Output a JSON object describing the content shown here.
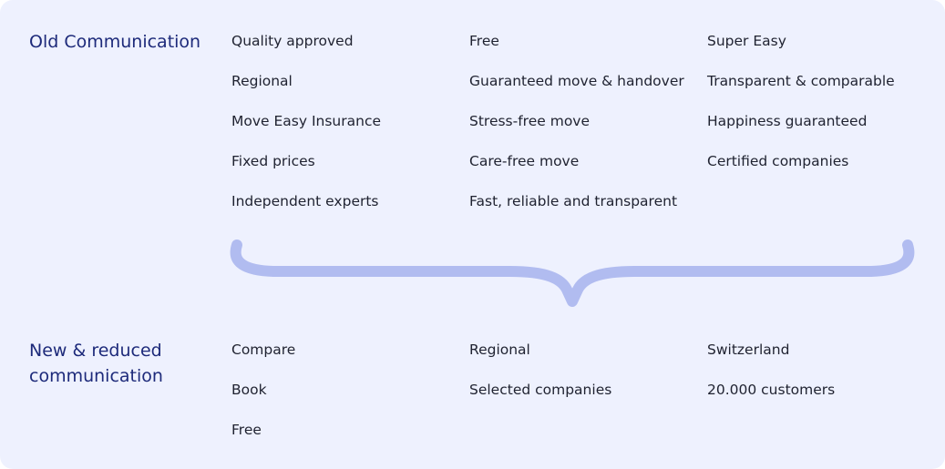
{
  "old": {
    "title": "Old Communication",
    "columns": [
      [
        "Quality approved",
        "Regional",
        "Move Easy Insurance",
        "Fixed prices",
        "Independent experts"
      ],
      [
        "Free",
        "Guaranteed move & handover",
        "Stress-free move",
        "Care-free move",
        "Fast, reliable and transparent"
      ],
      [
        "Super Easy",
        "Transparent & comparable",
        "Happiness guaranteed",
        "Certified companies"
      ]
    ]
  },
  "new": {
    "title": "New & reduced\ncommunication",
    "columns": [
      [
        "Compare",
        "Book",
        "Free"
      ],
      [
        "Regional",
        "Selected companies"
      ],
      [
        "Switzerland",
        "20.000 customers"
      ]
    ]
  },
  "colors": {
    "background": "#eef1fe",
    "title": "#1d2a7a",
    "text": "#1f2230",
    "brace": "#b1bcf0"
  }
}
